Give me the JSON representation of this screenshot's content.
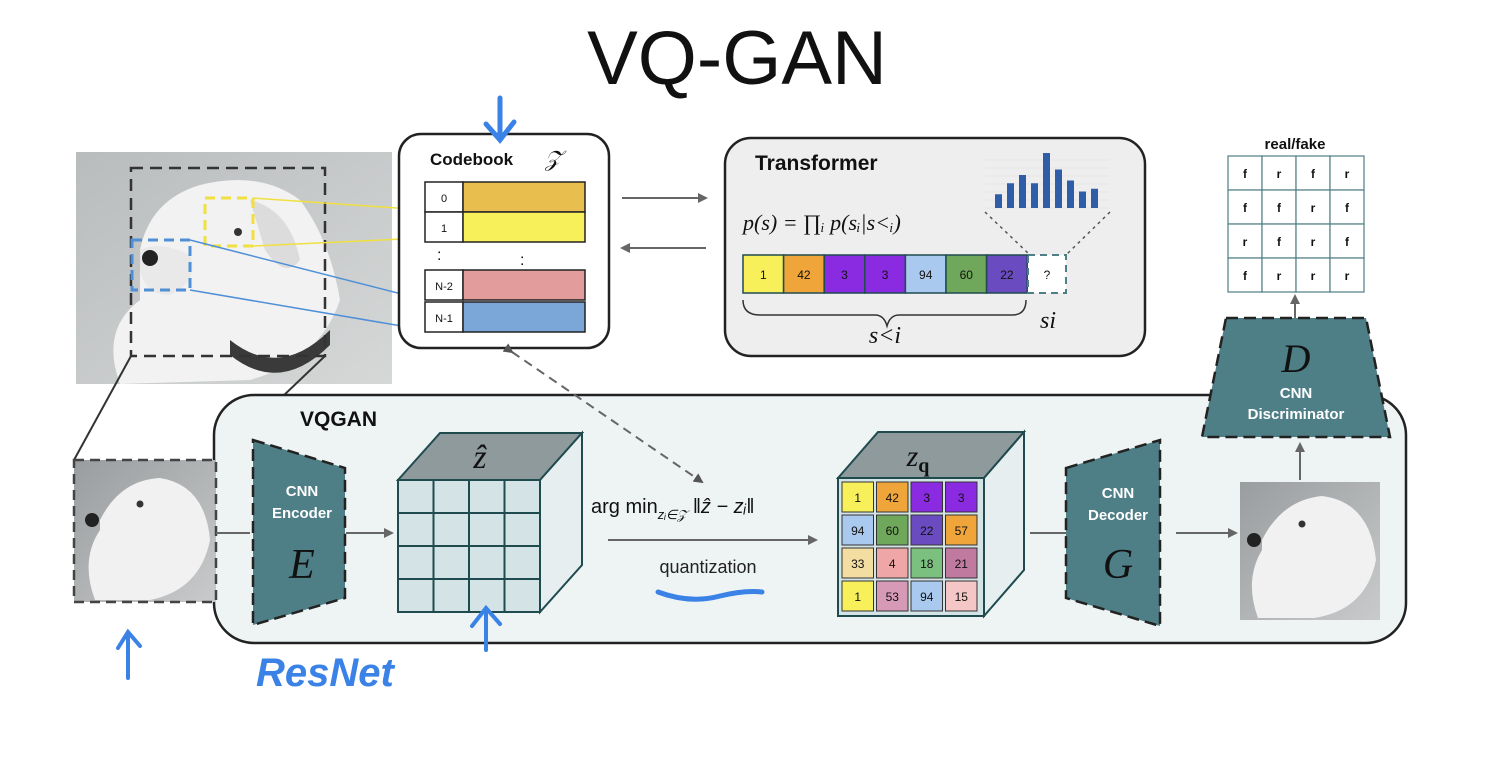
{
  "title": "VQ-GAN",
  "codebook": {
    "label": "Codebook",
    "symbol": "𝒵",
    "entries": [
      {
        "index": "0",
        "color": "#E8BE4E"
      },
      {
        "index": "1",
        "color": "#F7F05A"
      },
      {
        "index": "N-2",
        "color": "#E39C9C"
      },
      {
        "index": "N-1",
        "color": "#7AA6D8"
      }
    ]
  },
  "transformer": {
    "label": "Transformer",
    "formula": "p(s) = ∏ᵢ p(sᵢ|s<ᵢ)",
    "sequence": [
      {
        "value": "1",
        "color": "#F7F05A"
      },
      {
        "value": "42",
        "color": "#F0A53A"
      },
      {
        "value": "3",
        "color": "#8A2BE2"
      },
      {
        "value": "3",
        "color": "#8A2BE2"
      },
      {
        "value": "94",
        "color": "#A9C9EE"
      },
      {
        "value": "60",
        "color": "#6FA85B"
      },
      {
        "value": "22",
        "color": "#6A4BC0"
      }
    ],
    "next_token": "?",
    "context_label": "s<i",
    "next_label": "si",
    "histogram": [
      0.25,
      0.45,
      0.6,
      0.45,
      1.0,
      0.7,
      0.5,
      0.3,
      0.35
    ]
  },
  "discriminator": {
    "output_label": "real/fake",
    "grid": [
      [
        "f",
        "r",
        "f",
        "r"
      ],
      [
        "f",
        "f",
        "r",
        "f"
      ],
      [
        "r",
        "f",
        "r",
        "f"
      ],
      [
        "f",
        "r",
        "r",
        "r"
      ]
    ],
    "letter": "D",
    "label_line1": "CNN",
    "label_line2": "Discriminator"
  },
  "vqgan": {
    "label": "VQGAN",
    "encoder": {
      "label_line1": "CNN",
      "label_line2": "Encoder",
      "letter": "E"
    },
    "decoder": {
      "label_line1": "CNN",
      "label_line2": "Decoder",
      "letter": "G"
    },
    "zhat_symbol": "ẑ",
    "zq_symbol": "zq",
    "argmin": "arg min z_i∈𝒵 ‖ẑ − z_i‖",
    "quantization": "quantization",
    "zq_grid": [
      [
        {
          "v": "1",
          "c": "#F7F05A"
        },
        {
          "v": "42",
          "c": "#F0A53A"
        },
        {
          "v": "3",
          "c": "#8A2BE2"
        },
        {
          "v": "3",
          "c": "#8A2BE2"
        }
      ],
      [
        {
          "v": "94",
          "c": "#A9C9EE"
        },
        {
          "v": "60",
          "c": "#6FA85B"
        },
        {
          "v": "22",
          "c": "#6A4BC0"
        },
        {
          "v": "57",
          "c": "#F0A53A"
        }
      ],
      [
        {
          "v": "33",
          "c": "#F4DDA0"
        },
        {
          "v": "4",
          "c": "#EFA6A6"
        },
        {
          "v": "18",
          "c": "#7CC080"
        },
        {
          "v": "21",
          "c": "#C07AA0"
        }
      ],
      [
        {
          "v": "1",
          "c": "#F7F05A"
        },
        {
          "v": "53",
          "c": "#D79AB6"
        },
        {
          "v": "94",
          "c": "#A9C9EE"
        },
        {
          "v": "15",
          "c": "#F4C6C6"
        }
      ]
    ]
  },
  "annotation": {
    "text": "ResNet",
    "color": "#3B82E6"
  },
  "colors": {
    "module_fill": "#4E7E86",
    "panel_fill": "#EEF3F4",
    "cube_face": "#D4E3E5",
    "cube_top": "#8E9A9C"
  }
}
